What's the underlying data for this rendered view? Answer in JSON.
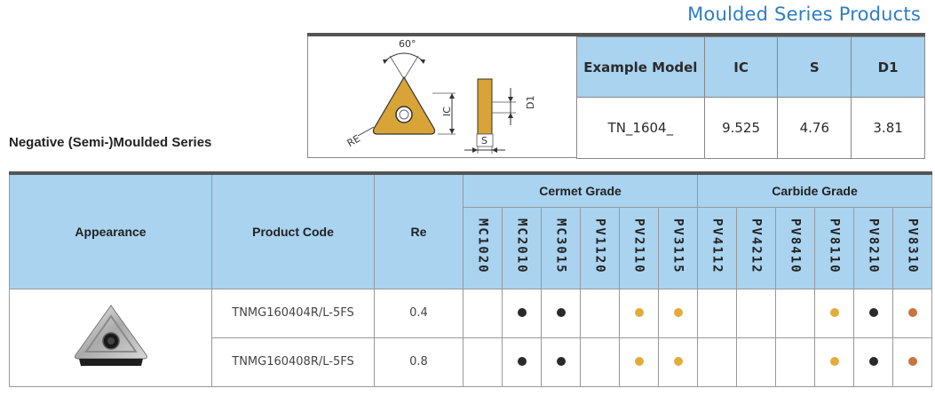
{
  "page": {
    "series_title": "Moulded Series Products",
    "subtitle": "Negative (Semi-)Moulded Series"
  },
  "diagram": {
    "angle": "60°",
    "re": "RE",
    "ic": "IC",
    "d1": "D1",
    "s": "S",
    "insert_color": "#d9a437"
  },
  "spec": {
    "headers": [
      "Example Model",
      "IC",
      "S",
      "D1"
    ],
    "values": [
      "TN_1604_",
      "9.525",
      "4.76",
      "3.81"
    ]
  },
  "table": {
    "col_appearance": "Appearance",
    "col_product_code": "Product Code",
    "col_re": "Re",
    "group_cermet": "Cermet Grade",
    "group_carbide": "Carbide Grade",
    "cermet_grades": [
      "MC1020",
      "MC2010",
      "MC3015",
      "PV1120",
      "PV2110",
      "PV3115"
    ],
    "carbide_grades": [
      "PV4112",
      "PV4212",
      "PV8410",
      "PV8110",
      "PV8210",
      "PV8310"
    ],
    "rows": [
      {
        "code": "TNMG160404R/L-5FS",
        "re": "0.4",
        "grades": [
          "",
          "black",
          "black",
          "",
          "gold",
          "gold",
          "",
          "",
          "",
          "gold",
          "black",
          "orange"
        ]
      },
      {
        "code": "TNMG160408R/L-5FS",
        "re": "0.8",
        "grades": [
          "",
          "black",
          "black",
          "",
          "gold",
          "gold",
          "",
          "",
          "",
          "gold",
          "black",
          "orange"
        ]
      }
    ]
  },
  "colors": {
    "header_bg": "#a9d3ef",
    "title_blue": "#2f7dc4",
    "black_dot": "#2a2a2a",
    "gold_dot": "#e2ac3b",
    "orange_dot": "#c8743d"
  }
}
